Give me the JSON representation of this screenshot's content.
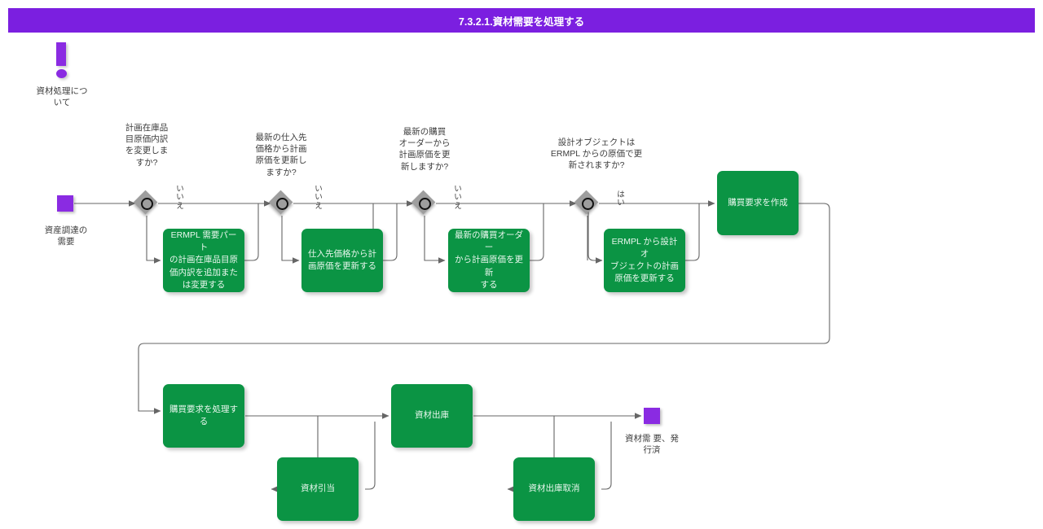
{
  "header": {
    "title": "7.3.2.1.資材需要を処理する",
    "bar_color": "#7B1FE0"
  },
  "theme": {
    "task_fill": "#0B9444",
    "event_fill": "#8a2be2",
    "gateway_fill": "#9e9e9e",
    "connector": "#666666"
  },
  "annotation": {
    "icon": "exclamation-icon",
    "label": "資材処理につ\nいて"
  },
  "events": {
    "start": {
      "label": "資産調達の\n需要"
    },
    "end": {
      "label": "資材需 要、発\n行済"
    }
  },
  "gateways": [
    {
      "id": "gw1",
      "icon": "inclusive-gateway-icon",
      "label": "計画在庫品\n目原価内訳\nを変更しま\nすか?",
      "out_label": "い\nい\nえ"
    },
    {
      "id": "gw2",
      "icon": "inclusive-gateway-icon",
      "label": "最新の仕入先\n価格から計画\n原価を更新し\nますか?",
      "out_label": "い\nい\nえ"
    },
    {
      "id": "gw3",
      "icon": "inclusive-gateway-icon",
      "label": "最新の購買\nオーダーから\n計画原価を更\n新しますか?",
      "out_label": "い\nい\nえ"
    },
    {
      "id": "gw4",
      "icon": "inclusive-gateway-icon",
      "label": "設計オブジェクトは\nERMPL からの原価で更\n新されますか?",
      "out_label": "は\nい"
    }
  ],
  "tasks": [
    {
      "id": "t1",
      "label": "ERMPL 需要パート\nの計画在庫品目原\n価内訳を追加また\nは変更する"
    },
    {
      "id": "t2",
      "label": "仕入先価格から計\n画原価を更新する"
    },
    {
      "id": "t3",
      "label": "最新の購買オーダー\nから計画原価を更新\nする"
    },
    {
      "id": "t4",
      "label": "ERMPL から設計オ\nブジェクトの計画\n原価を更新する"
    },
    {
      "id": "t5",
      "label": "購買要求を作成"
    },
    {
      "id": "t6",
      "label": "購買要求を処理す\nる"
    },
    {
      "id": "t7",
      "label": "資材引当"
    },
    {
      "id": "t8",
      "label": "資材出庫"
    },
    {
      "id": "t9",
      "label": "資材出庫取消"
    }
  ]
}
